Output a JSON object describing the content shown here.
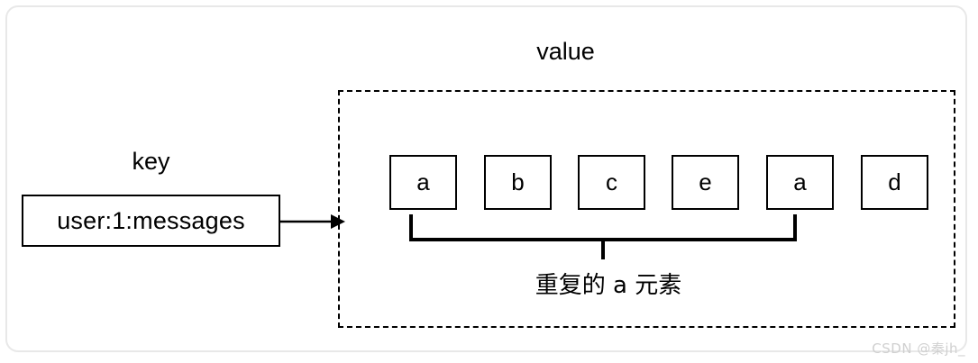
{
  "diagram": {
    "labels": {
      "key": "key",
      "value": "value"
    },
    "key_box": {
      "text": "user:1:messages"
    },
    "elements": [
      {
        "label": "a"
      },
      {
        "label": "b"
      },
      {
        "label": "c"
      },
      {
        "label": "e"
      },
      {
        "label": "a"
      },
      {
        "label": "d"
      }
    ],
    "annotation": {
      "text": "重复的 a 元素"
    },
    "icons": {
      "arrow": "arrow-right-icon",
      "bracket": "brace-under-icon"
    },
    "colors": {
      "stroke": "#000000",
      "background": "#ffffff",
      "frame": "#e8e8e8",
      "watermark": "#d0d0d0"
    }
  },
  "watermark": {
    "text": "CSDN @秦jh_"
  }
}
